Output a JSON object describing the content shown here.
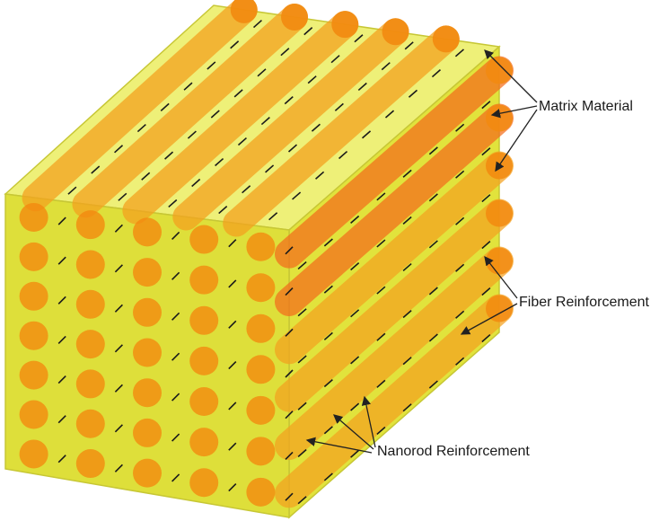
{
  "labels": {
    "matrix": "Matrix Material",
    "fiber": "Fiber Reinforcement",
    "nanorod": "Nanorod Reinforcement"
  },
  "colors": {
    "matrix": "#e8ee3a",
    "fiber": "#f4a21f",
    "fiber_hot": "#f46d1c",
    "fiber_end": "#f2890f",
    "dash": "#1a1a1a",
    "leader": "#222222"
  }
}
